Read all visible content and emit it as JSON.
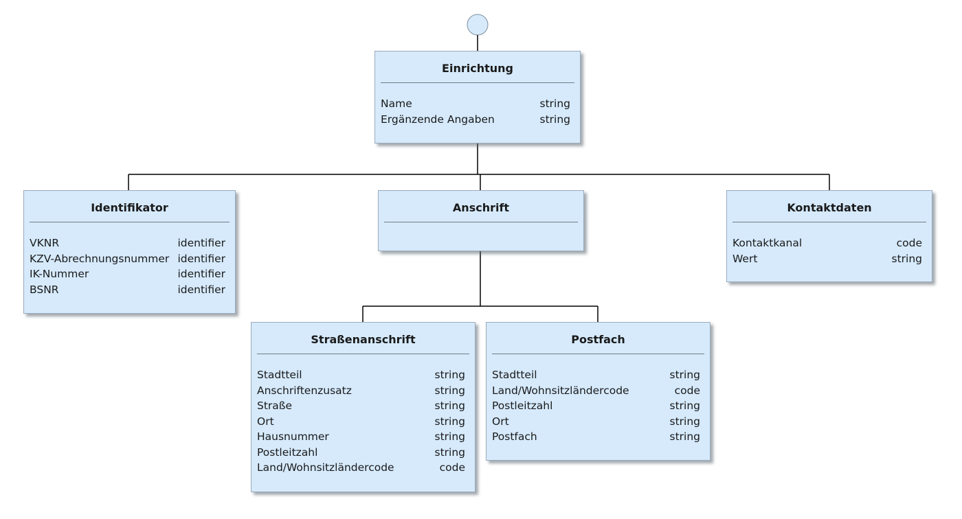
{
  "entities": [
    {
      "id": "einrichtung",
      "title": "Einrichtung",
      "attributes": [
        {
          "name": "Name",
          "type": "string"
        },
        {
          "name": "Ergänzende Angaben",
          "type": "string"
        }
      ]
    },
    {
      "id": "identifikator",
      "title": "Identifikator",
      "attributes": [
        {
          "name": "VKNR",
          "type": "identifier"
        },
        {
          "name": "KZV-Abrechnungsnummer",
          "type": "identifier"
        },
        {
          "name": "IK-Nummer",
          "type": "identifier"
        },
        {
          "name": "BSNR",
          "type": "identifier"
        }
      ]
    },
    {
      "id": "anschrift",
      "title": "Anschrift",
      "attributes": []
    },
    {
      "id": "kontaktdaten",
      "title": "Kontaktdaten",
      "attributes": [
        {
          "name": "Kontaktkanal",
          "type": "code"
        },
        {
          "name": "Wert",
          "type": "string"
        }
      ]
    },
    {
      "id": "strassenanschrift",
      "title": "Straßenanschrift",
      "attributes": [
        {
          "name": "Stadtteil",
          "type": "string"
        },
        {
          "name": "Anschriftenzusatz",
          "type": "string"
        },
        {
          "name": "Straße",
          "type": "string"
        },
        {
          "name": "Ort",
          "type": "string"
        },
        {
          "name": "Hausnummer",
          "type": "string"
        },
        {
          "name": "Postleitzahl",
          "type": "string"
        },
        {
          "name": "Land/Wohnsitzländercode",
          "type": "code"
        }
      ]
    },
    {
      "id": "postfach",
      "title": "Postfach",
      "attributes": [
        {
          "name": "Stadtteil",
          "type": "string"
        },
        {
          "name": "Land/Wohnsitzländercode",
          "type": "code"
        },
        {
          "name": "Postleitzahl",
          "type": "string"
        },
        {
          "name": "Ort",
          "type": "string"
        },
        {
          "name": "Postfach",
          "type": "string"
        }
      ]
    }
  ],
  "relations": [
    {
      "from": "einrichtung",
      "to": "identifikator"
    },
    {
      "from": "einrichtung",
      "to": "anschrift"
    },
    {
      "from": "einrichtung",
      "to": "kontaktdaten"
    },
    {
      "from": "anschrift",
      "to": "strassenanschrift"
    },
    {
      "from": "anschrift",
      "to": "postfach"
    }
  ],
  "colors": {
    "box_fill": "#d6eafc",
    "box_border": "#9aaabb",
    "line": "#000000"
  }
}
